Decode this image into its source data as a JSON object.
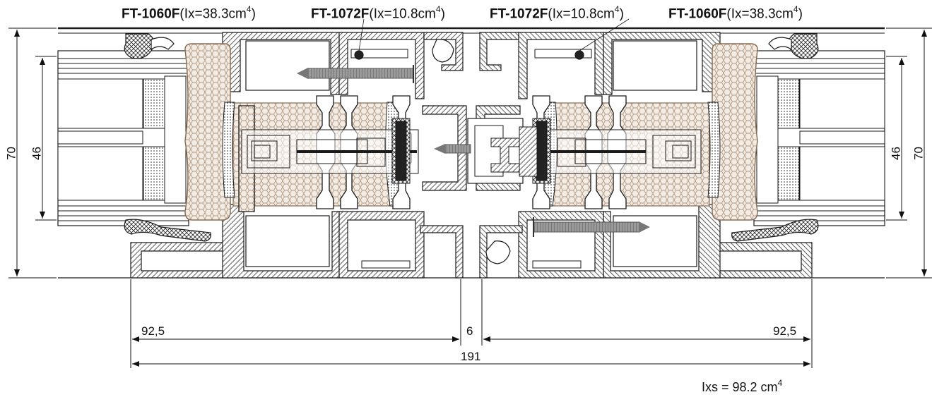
{
  "profiles": [
    {
      "code": "FT-1060F",
      "prop": "(Ix=38.3cm",
      "exp": "4",
      "close": ")"
    },
    {
      "code": "FT-1072F",
      "prop": "(Ix=10.8cm",
      "exp": "4",
      "close": ")"
    },
    {
      "code": "FT-1072F",
      "prop": "(Ix=10.8cm",
      "exp": "4",
      "close": ")"
    },
    {
      "code": "FT-1060F",
      "prop": "(Ix=38.3cm",
      "exp": "4",
      "close": ")"
    }
  ],
  "dimensions": {
    "left_height_outer": "70",
    "left_height_inner": "46",
    "right_height_inner": "46",
    "right_height_outer": "70",
    "left_width": "92,5",
    "center_gap": "6",
    "right_width": "92,5",
    "total_width": "191"
  },
  "combined_inertia": {
    "text": "Ixs = 98.2 cm",
    "exp": "4"
  },
  "colors": {
    "line": "#1a1a1a",
    "hatch": "#444444",
    "thermal_break": "#b39a83",
    "foam_fill": "#f3ece4",
    "screw": "#888888"
  }
}
